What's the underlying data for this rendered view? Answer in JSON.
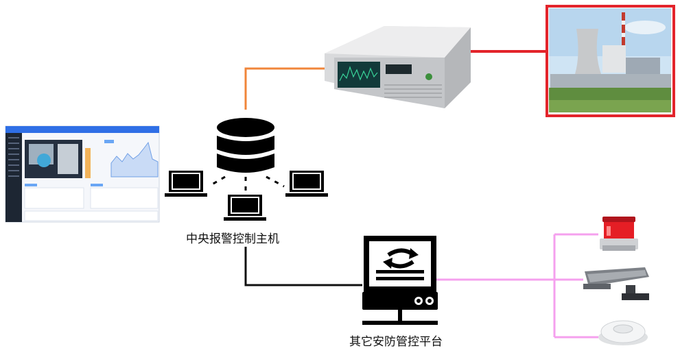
{
  "diagram": {
    "central_host_label": "中央报警控制主机",
    "security_platform_label": "其它安防管控平台"
  },
  "colors": {
    "orange_link": "#f0853a",
    "red_link": "#e3242b",
    "magenta_link": "#f08ce6",
    "black_link": "#111111"
  },
  "icons": [
    "database-icon",
    "laptop-icon",
    "monitor-sync-icon",
    "server-rack",
    "power-plant-photo",
    "dashboard-screenshot",
    "alarm-light",
    "surveillance-camera",
    "smoke-detector"
  ]
}
